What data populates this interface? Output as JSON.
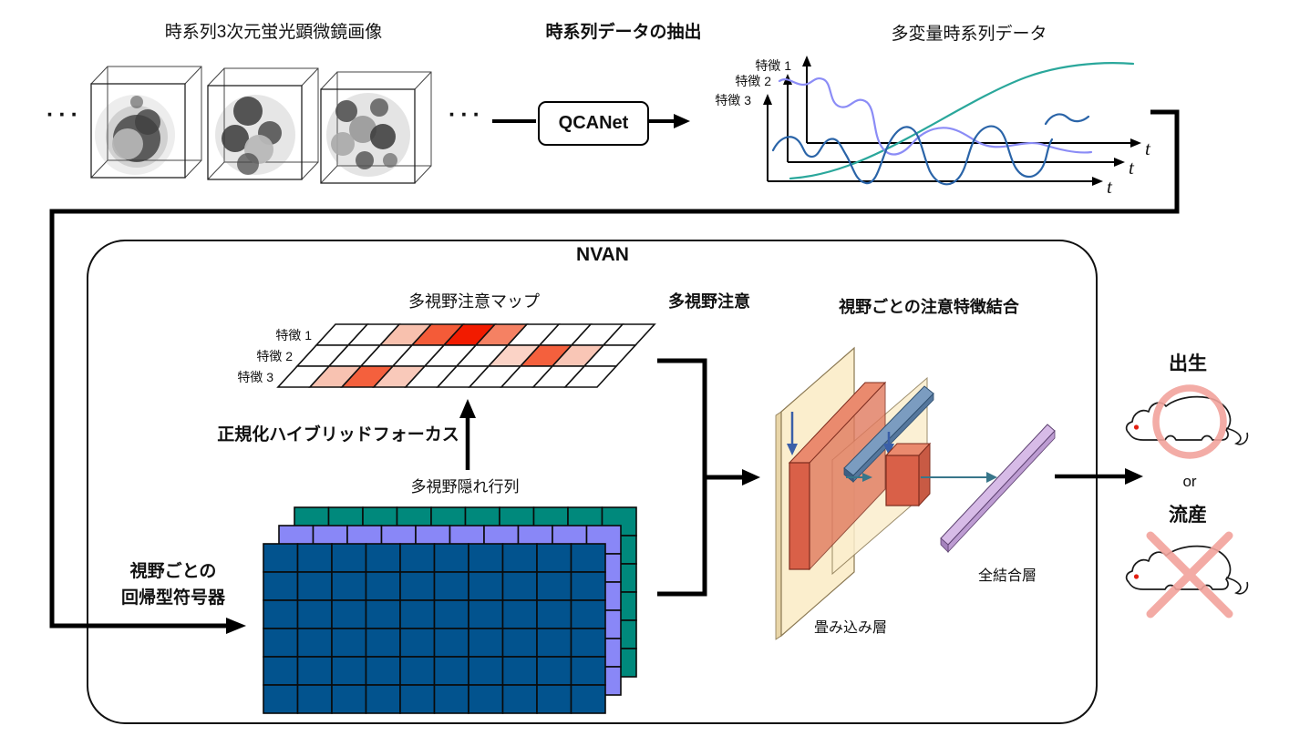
{
  "titles": {
    "microscopy": "時系列3次元蛍光顕微鏡画像",
    "extraction": "時系列データの抽出",
    "multivariate": "多変量時系列データ"
  },
  "ellipsis": "···",
  "qcanet": {
    "label": "QCANet"
  },
  "timeseries": {
    "features": [
      "特徴 1",
      "特徴 2",
      "特徴 3"
    ],
    "t_label": "t"
  },
  "nvan": {
    "title": "NVAN",
    "attention_map_title": "多視野注意マップ",
    "multiview_attention_label": "多視野注意",
    "fusion_title": "視野ごとの注意特徴結合",
    "focus_label": "正規化ハイブリッドフォーカス",
    "hidden_matrix_label": "多視野隠れ行列",
    "encoder_label_line1": "視野ごとの",
    "encoder_label_line2": "回帰型符号器",
    "conv_layer_label": "畳み込み層",
    "fc_layer_label": "全結合層"
  },
  "attention_map": {
    "row_labels": [
      "特徴 1",
      "特徴 2",
      "特徴 3"
    ],
    "cols": 10,
    "cells": [
      [
        "",
        "",
        "#f8c1ae",
        "#f45b38",
        "#f21b00",
        "#f58163",
        "",
        "",
        "",
        ""
      ],
      [
        "",
        "",
        "",
        "",
        "",
        "",
        "#fbd3c6",
        "#f4603d",
        "#f9c6b6",
        ""
      ],
      [
        "",
        "#f8c2b1",
        "#f4603d",
        "#f9c9ba",
        "",
        "",
        "",
        "",
        "",
        ""
      ]
    ]
  },
  "hidden_matrices": {
    "rows": 6,
    "cols": 10,
    "sheets": [
      {
        "color": "#00897c"
      },
      {
        "color": "#8987f7"
      },
      {
        "color": "#02538e"
      }
    ]
  },
  "outputs": {
    "birth_label": "出生",
    "or_label": "or",
    "miscarriage_label": "流産"
  },
  "colors": {
    "curve_teal": "#2aa79b",
    "curve_periwinkle": "#8b8cf6",
    "curve_blue": "#2a64a8",
    "attention_strong": "#f21b00",
    "attention_medium": "#f45b38",
    "attention_light": "#f8c1ae",
    "pink_annotation": "#f2a39c",
    "mouse_eye": "#e32012",
    "cnn_sheet_cream": "#fbeecd",
    "cnn_box_red": "#d96048",
    "cnn_kernel_blue": "#7b9cc0",
    "cnn_fc_purple": "#d7bbe7",
    "arrow_teal": "#38768a"
  }
}
